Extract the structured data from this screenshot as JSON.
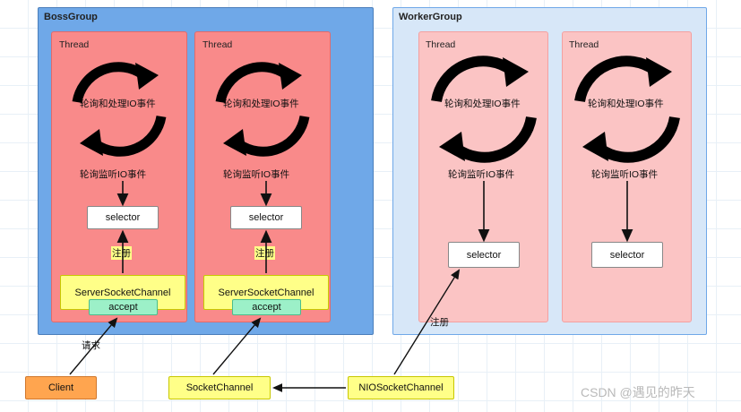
{
  "diagram": {
    "boss_group": {
      "label": "BossGroup",
      "threads": [
        {
          "label": "Thread",
          "loop_text": "轮询和处理IO事件",
          "listen_text": "轮询监听IO事件",
          "selector_label": "selector",
          "register_label": "注册",
          "channel_label": "ServerSocketChannel",
          "accept_label": "accept"
        },
        {
          "label": "Thread",
          "loop_text": "轮询和处理IO事件",
          "listen_text": "轮询监听IO事件",
          "selector_label": "selector",
          "register_label": "注册",
          "channel_label": "ServerSocketChannel",
          "accept_label": "accept"
        }
      ]
    },
    "worker_group": {
      "label": "WorkerGroup",
      "threads": [
        {
          "label": "Thread",
          "loop_text": "轮询和处理IO事件",
          "listen_text": "轮询监听IO事件",
          "selector_label": "selector"
        },
        {
          "label": "Thread",
          "loop_text": "轮询和处理IO事件",
          "listen_text": "轮询监听IO事件",
          "selector_label": "selector"
        }
      ],
      "register_label": "注册"
    },
    "bottom": {
      "client_label": "Client",
      "request_label": "请求",
      "socket_channel_label": "SocketChannel",
      "nio_socket_channel_label": "NIOSocketChannel"
    },
    "watermark": "CSDN @遇见的昨天"
  }
}
